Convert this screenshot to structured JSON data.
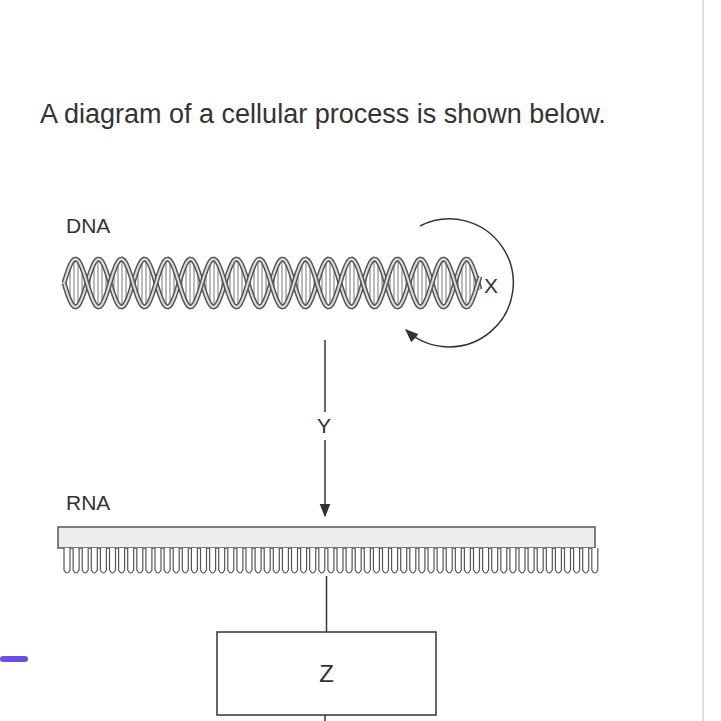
{
  "diagram": {
    "title": "A diagram of a cellular process is shown below.",
    "nodes": [
      {
        "text": [
          "RNA"
        ]
      },
      {
        "text": [
          "Z"
        ]
      }
    ],
    "edges": [
      {
        "from": 0,
        "to": 1,
        "arrow": "none"
      }
    ],
    "labels": [
      "DNA",
      "X",
      "Y"
    ]
  }
}
